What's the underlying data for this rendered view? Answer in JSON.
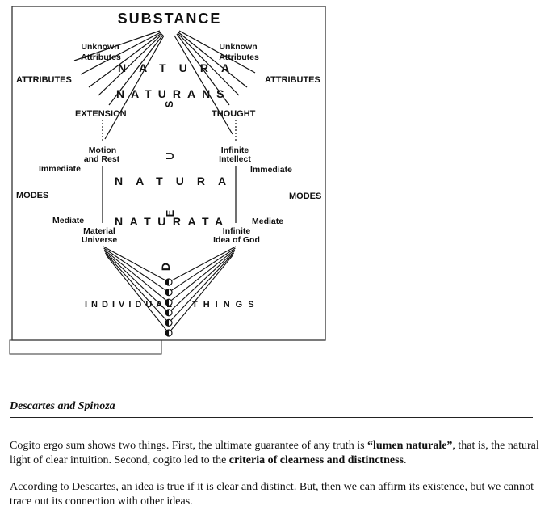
{
  "diagram": {
    "substance": "SUBSTANCE",
    "unknown": "Unknown",
    "attributes_small": "Attributes",
    "attributes": "ATTRIBUTES",
    "natura": "NATURA",
    "naturans": "NATURANS",
    "naturata": "NATURATA",
    "deus": [
      "D",
      "E",
      "U",
      "S"
    ],
    "extension": "EXTENSION",
    "thought": "THOUGHT",
    "motion": "Motion",
    "and_rest": "and Rest",
    "infinite": "Infinite",
    "intellect": "Intellect",
    "immediate": "Immediate",
    "modes": "MODES",
    "mediate": "Mediate",
    "material": "Material",
    "universe": "Universe",
    "idea_of_god": "Idea of God",
    "individual": "INDIVIDUAL",
    "things": "THINGS"
  },
  "section": {
    "heading": "Descartes and Spinoza",
    "p1": {
      "t1": "Cogito ergo sum shows two things. First, the ultimate guarantee of any truth is ",
      "b1": "“lumen naturale”",
      "t2": ", that is, the natural light of clear intuition. Second, cogito led to the ",
      "b2": "criteria of clearness and distinctness",
      "t3": "."
    },
    "p2": "According to Descartes, an idea is true if it is clear and distinct. But, then we can affirm its existence, but we cannot trace out its connection with other ideas."
  }
}
